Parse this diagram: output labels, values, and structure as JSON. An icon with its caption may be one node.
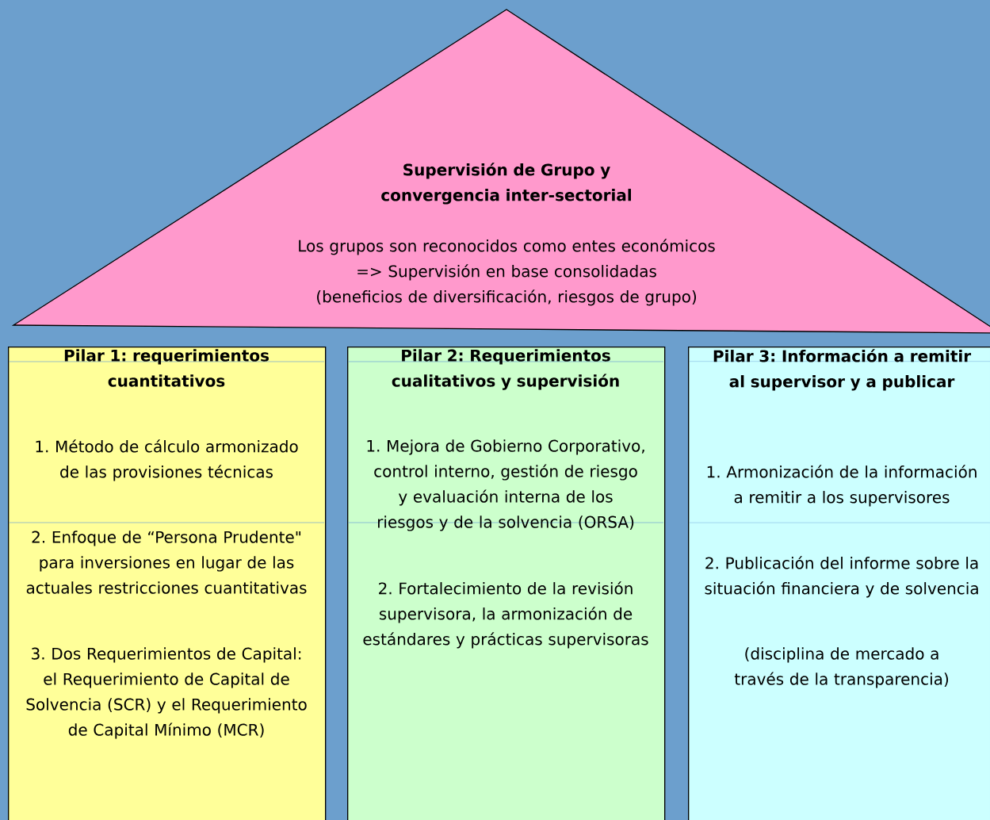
{
  "diagram": {
    "nodes": [
      {
        "text": [
          "Supervisión de Grupo y convergencia inter-sectorial",
          "Los grupos son reconocidos como entes económicos",
          "=> Supervisión en base consolidadas",
          "(beneficios de diversificación, riesgos de grupo)"
        ]
      },
      {
        "text": [
          "Pilar 1: requerimientos cuantitativos",
          "1. Método de cálculo armonizado de las provisiones técnicas",
          "2. Enfoque de “Persona Prudente\" para inversiones en lugar de las actuales restricciones cuantitativas",
          "3. Dos Requerimientos de Capital: el Requerimiento de Capital de Solvencia (SCR) y el Requerimiento de Capital Mínimo (MCR)"
        ]
      },
      {
        "text": [
          "Pilar 2: Requerimientos cualitativos y supervisión",
          "1. Mejora de Gobierno Corporativo, control interno, gestión de riesgo y evaluación interna de los riesgos y de la solvencia (ORSA)",
          "2. Fortalecimiento de la revisión supervisora, la armonización de estándares y prácticas supervisoras"
        ]
      },
      {
        "text": [
          "Pilar 3: Información a remitir al supervisor y a publicar",
          "1. Armonización de la información a remitir a los supervisores",
          "2. Publicación del informe sobre la situación financiera y de solvencia",
          "(disciplina de mercado a través de la transparencia)"
        ]
      }
    ]
  }
}
